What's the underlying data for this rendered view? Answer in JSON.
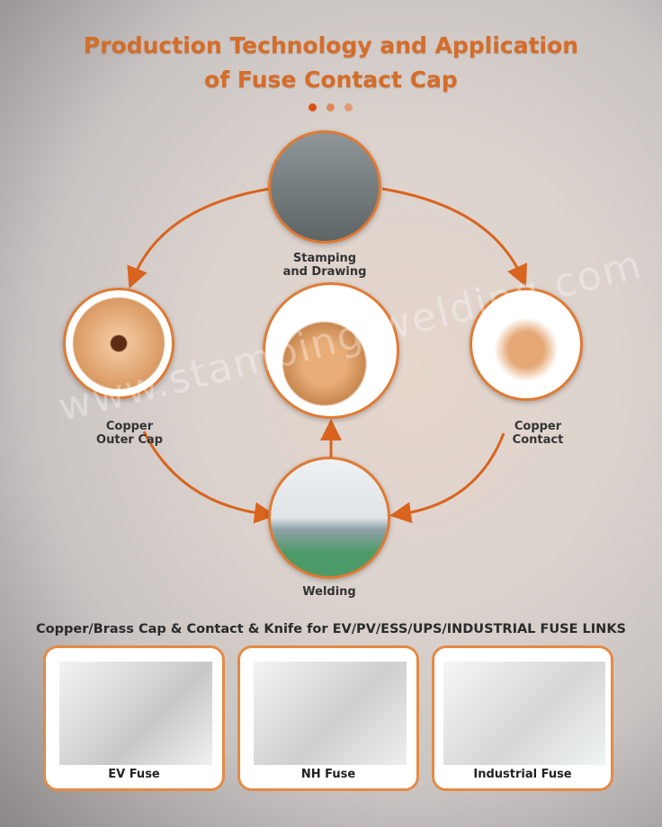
{
  "title": {
    "line1": "Production Technology and Application",
    "line2": "of Fuse Contact Cap"
  },
  "colors": {
    "accent": "#e07a33",
    "title": "#d56d2a"
  },
  "steps": {
    "stamping": "Stamping\nand Drawing",
    "outer_cap": "Copper\nOuter Cap",
    "contact": "Copper\nContact",
    "welding": "Welding"
  },
  "watermark": "www.stamping-welding.com",
  "applications": {
    "heading": "Copper/Brass Cap & Contact & Knife for EV/PV/ESS/UPS/INDUSTRIAL FUSE LINKS",
    "cards": [
      {
        "label": "EV Fuse"
      },
      {
        "label": "NH Fuse"
      },
      {
        "label": "Industrial Fuse"
      }
    ]
  }
}
